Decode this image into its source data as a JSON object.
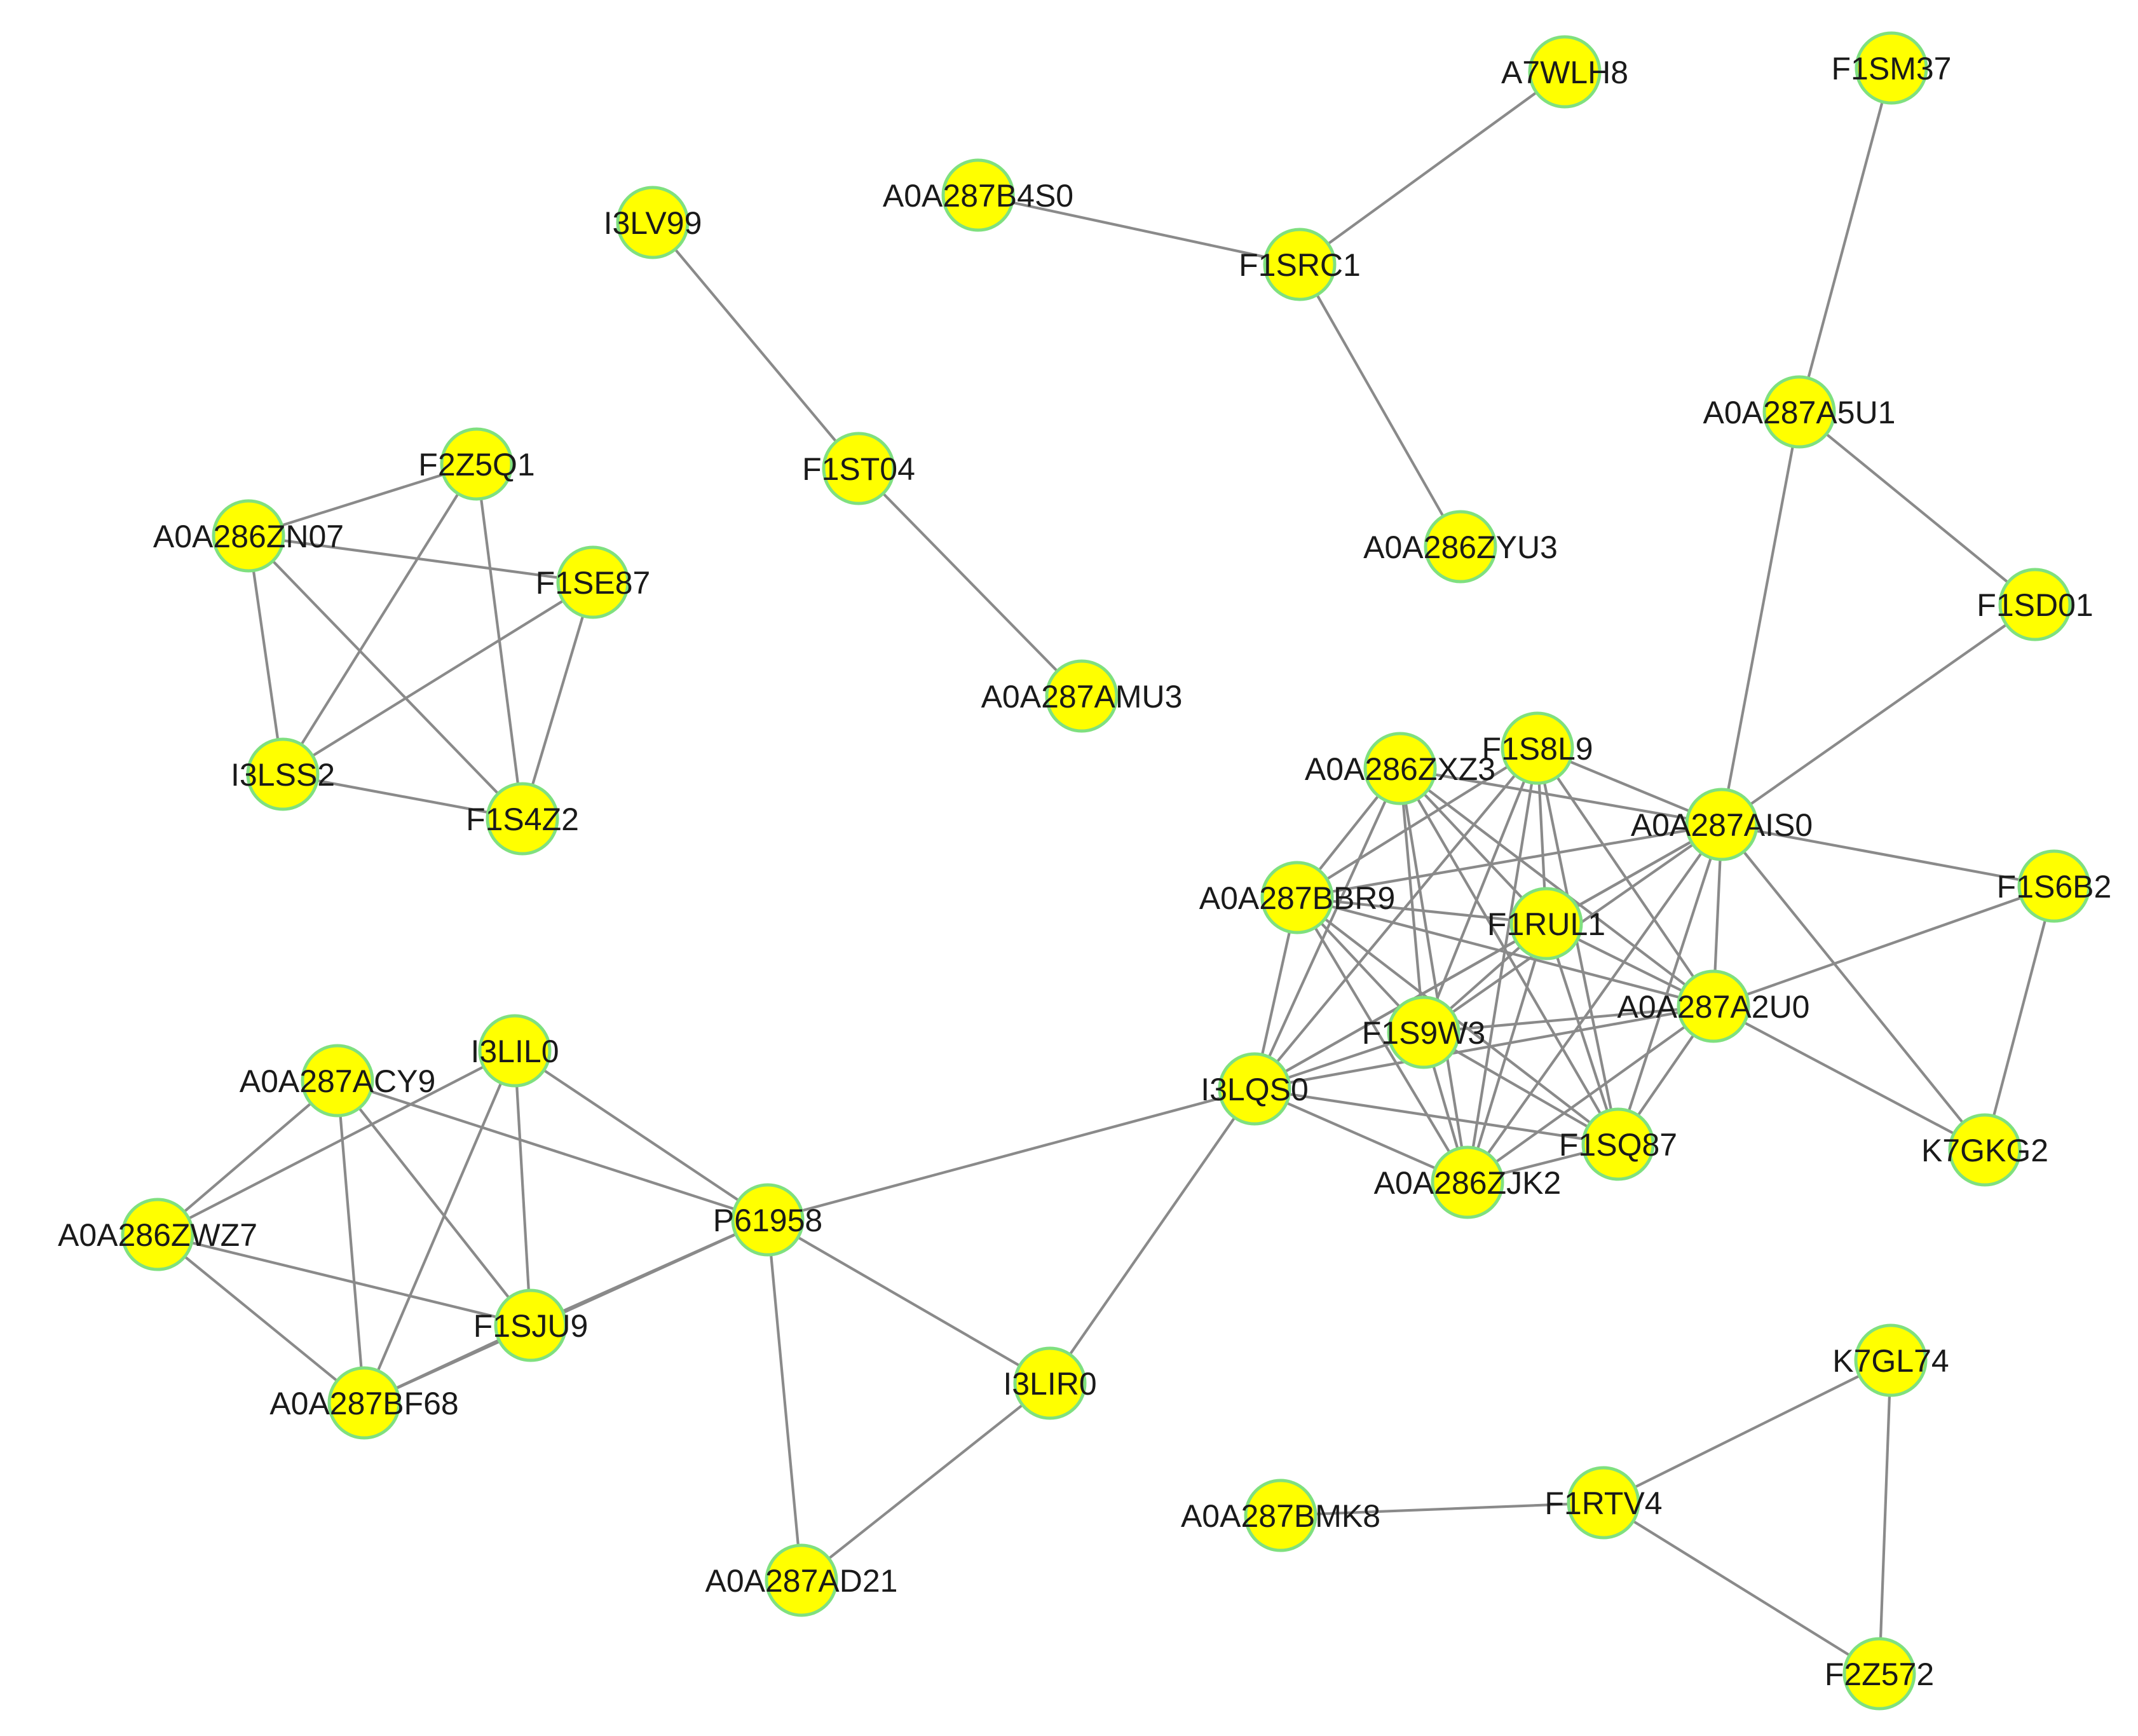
{
  "colors": {
    "node_fill": "#ffff00",
    "node_stroke": "#7fe07f",
    "edge": "#8a8a8a",
    "label": "#1a1a1a",
    "background": "#ffffff"
  },
  "nodes": [
    {
      "id": "A7WLH8",
      "label": "A7WLH8"
    },
    {
      "id": "F1SM37",
      "label": "F1SM37"
    },
    {
      "id": "A0A287B4S0",
      "label": "A0A287B4S0"
    },
    {
      "id": "I3LV99",
      "label": "I3LV99"
    },
    {
      "id": "F1SRC1",
      "label": "F1SRC1"
    },
    {
      "id": "A0A287A5U1",
      "label": "A0A287A5U1"
    },
    {
      "id": "F2Z5Q1",
      "label": "F2Z5Q1"
    },
    {
      "id": "F1ST04",
      "label": "F1ST04"
    },
    {
      "id": "A0A286ZN07",
      "label": "A0A286ZN07"
    },
    {
      "id": "A0A286ZYU3",
      "label": "A0A286ZYU3"
    },
    {
      "id": "F1SE87",
      "label": "F1SE87"
    },
    {
      "id": "F1SD01",
      "label": "F1SD01"
    },
    {
      "id": "A0A287AMU3",
      "label": "A0A287AMU3"
    },
    {
      "id": "F1S8L9",
      "label": "F1S8L9"
    },
    {
      "id": "A0A286ZXZ3",
      "label": "A0A286ZXZ3"
    },
    {
      "id": "I3LSS2",
      "label": "I3LSS2"
    },
    {
      "id": "A0A287AIS0",
      "label": "A0A287AIS0"
    },
    {
      "id": "F1S4Z2",
      "label": "F1S4Z2"
    },
    {
      "id": "F1S6B2",
      "label": "F1S6B2"
    },
    {
      "id": "A0A287BBR9",
      "label": "A0A287BBR9"
    },
    {
      "id": "F1RUL1",
      "label": "F1RUL1"
    },
    {
      "id": "A0A287A2U0",
      "label": "A0A287A2U0"
    },
    {
      "id": "I3LIL0",
      "label": "I3LIL0"
    },
    {
      "id": "F1S9W3",
      "label": "F1S9W3"
    },
    {
      "id": "A0A287ACY9",
      "label": "A0A287ACY9"
    },
    {
      "id": "I3LQS0",
      "label": "I3LQS0"
    },
    {
      "id": "F1SQ87",
      "label": "F1SQ87"
    },
    {
      "id": "K7GKG2",
      "label": "K7GKG2"
    },
    {
      "id": "A0A286ZJK2",
      "label": "A0A286ZJK2"
    },
    {
      "id": "P61958",
      "label": "P61958"
    },
    {
      "id": "A0A286ZWZ7",
      "label": "A0A286ZWZ7"
    },
    {
      "id": "F1SJU9",
      "label": "F1SJU9"
    },
    {
      "id": "K7GL74",
      "label": "K7GL74"
    },
    {
      "id": "I3LIR0",
      "label": "I3LIR0"
    },
    {
      "id": "A0A287BF68",
      "label": "A0A287BF68"
    },
    {
      "id": "A0A287BMK8",
      "label": "A0A287BMK8"
    },
    {
      "id": "F1RTV4",
      "label": "F1RTV4"
    },
    {
      "id": "A0A287AD21",
      "label": "A0A287AD21"
    },
    {
      "id": "F2Z572",
      "label": "F2Z572"
    }
  ],
  "edges": [
    [
      "A0A287B4S0",
      "F1SRC1"
    ],
    [
      "A7WLH8",
      "F1SRC1"
    ],
    [
      "F1SRC1",
      "A0A286ZYU3"
    ],
    [
      "I3LV99",
      "F1ST04"
    ],
    [
      "F1ST04",
      "A0A287AMU3"
    ],
    [
      "F1SM37",
      "A0A287A5U1"
    ],
    [
      "A0A287A5U1",
      "F1SD01"
    ],
    [
      "A0A287A5U1",
      "A0A287AIS0"
    ],
    [
      "F1SD01",
      "A0A287AIS0"
    ],
    [
      "A0A286ZN07",
      "F2Z5Q1"
    ],
    [
      "A0A286ZN07",
      "F1SE87"
    ],
    [
      "A0A286ZN07",
      "I3LSS2"
    ],
    [
      "A0A286ZN07",
      "F1S4Z2"
    ],
    [
      "F2Z5Q1",
      "I3LSS2"
    ],
    [
      "F2Z5Q1",
      "F1S4Z2"
    ],
    [
      "F1SE87",
      "I3LSS2"
    ],
    [
      "F1SE87",
      "F1S4Z2"
    ],
    [
      "I3LSS2",
      "F1S4Z2"
    ],
    [
      "A0A287AIS0",
      "F1S6B2"
    ],
    [
      "A0A287AIS0",
      "K7GKG2"
    ],
    [
      "A0A287A2U0",
      "F1S6B2"
    ],
    [
      "A0A287A2U0",
      "K7GKG2"
    ],
    [
      "F1S6B2",
      "K7GKG2"
    ],
    [
      "A0A286ZXZ3",
      "F1RUL1"
    ],
    [
      "A0A286ZXZ3",
      "F1S9W3"
    ],
    [
      "A0A286ZXZ3",
      "I3LQS0"
    ],
    [
      "A0A286ZXZ3",
      "A0A286ZJK2"
    ],
    [
      "A0A286ZXZ3",
      "F1SQ87"
    ],
    [
      "A0A286ZXZ3",
      "A0A287A2U0"
    ],
    [
      "A0A286ZXZ3",
      "A0A287AIS0"
    ],
    [
      "A0A286ZXZ3",
      "A0A287BBR9"
    ],
    [
      "F1S8L9",
      "A0A287BBR9"
    ],
    [
      "F1S8L9",
      "F1RUL1"
    ],
    [
      "F1S8L9",
      "F1S9W3"
    ],
    [
      "F1S8L9",
      "I3LQS0"
    ],
    [
      "F1S8L9",
      "A0A286ZJK2"
    ],
    [
      "F1S8L9",
      "F1SQ87"
    ],
    [
      "F1S8L9",
      "A0A287A2U0"
    ],
    [
      "F1S8L9",
      "A0A287AIS0"
    ],
    [
      "A0A287AIS0",
      "A0A287BBR9"
    ],
    [
      "A0A287AIS0",
      "F1RUL1"
    ],
    [
      "A0A287AIS0",
      "F1S9W3"
    ],
    [
      "A0A287AIS0",
      "I3LQS0"
    ],
    [
      "A0A287AIS0",
      "A0A286ZJK2"
    ],
    [
      "A0A287AIS0",
      "F1SQ87"
    ],
    [
      "A0A287AIS0",
      "A0A287A2U0"
    ],
    [
      "A0A287BBR9",
      "F1RUL1"
    ],
    [
      "A0A287BBR9",
      "F1S9W3"
    ],
    [
      "A0A287BBR9",
      "I3LQS0"
    ],
    [
      "A0A287BBR9",
      "A0A286ZJK2"
    ],
    [
      "A0A287BBR9",
      "F1SQ87"
    ],
    [
      "A0A287BBR9",
      "A0A287A2U0"
    ],
    [
      "F1RUL1",
      "F1S9W3"
    ],
    [
      "F1RUL1",
      "I3LQS0"
    ],
    [
      "F1RUL1",
      "A0A286ZJK2"
    ],
    [
      "F1RUL1",
      "F1SQ87"
    ],
    [
      "F1RUL1",
      "A0A287A2U0"
    ],
    [
      "F1S9W3",
      "I3LQS0"
    ],
    [
      "F1S9W3",
      "A0A286ZJK2"
    ],
    [
      "F1S9W3",
      "F1SQ87"
    ],
    [
      "F1S9W3",
      "A0A287A2U0"
    ],
    [
      "I3LQS0",
      "A0A286ZJK2"
    ],
    [
      "I3LQS0",
      "F1SQ87"
    ],
    [
      "I3LQS0",
      "A0A287A2U0"
    ],
    [
      "A0A286ZJK2",
      "F1SQ87"
    ],
    [
      "A0A286ZJK2",
      "A0A287A2U0"
    ],
    [
      "F1SQ87",
      "A0A287A2U0"
    ],
    [
      "I3LQS0",
      "P61958"
    ],
    [
      "I3LQS0",
      "I3LIR0"
    ],
    [
      "P61958",
      "I3LIR0"
    ],
    [
      "P61958",
      "A0A287AD21"
    ],
    [
      "I3LIR0",
      "A0A287AD21"
    ],
    [
      "A0A287ACY9",
      "A0A286ZWZ7"
    ],
    [
      "A0A287ACY9",
      "A0A287BF68"
    ],
    [
      "A0A287ACY9",
      "F1SJU9"
    ],
    [
      "A0A287ACY9",
      "P61958"
    ],
    [
      "I3LIL0",
      "A0A286ZWZ7"
    ],
    [
      "I3LIL0",
      "A0A287BF68"
    ],
    [
      "I3LIL0",
      "F1SJU9"
    ],
    [
      "I3LIL0",
      "P61958"
    ],
    [
      "A0A286ZWZ7",
      "F1SJU9"
    ],
    [
      "A0A286ZWZ7",
      "A0A287BF68"
    ],
    [
      "A0A287BF68",
      "F1SJU9"
    ],
    [
      "A0A287BF68",
      "P61958"
    ],
    [
      "F1SJU9",
      "P61958"
    ],
    [
      "A0A287BMK8",
      "F1RTV4"
    ],
    [
      "F1RTV4",
      "K7GL74"
    ],
    [
      "F1RTV4",
      "F2Z572"
    ],
    [
      "K7GL74",
      "F2Z572"
    ]
  ]
}
